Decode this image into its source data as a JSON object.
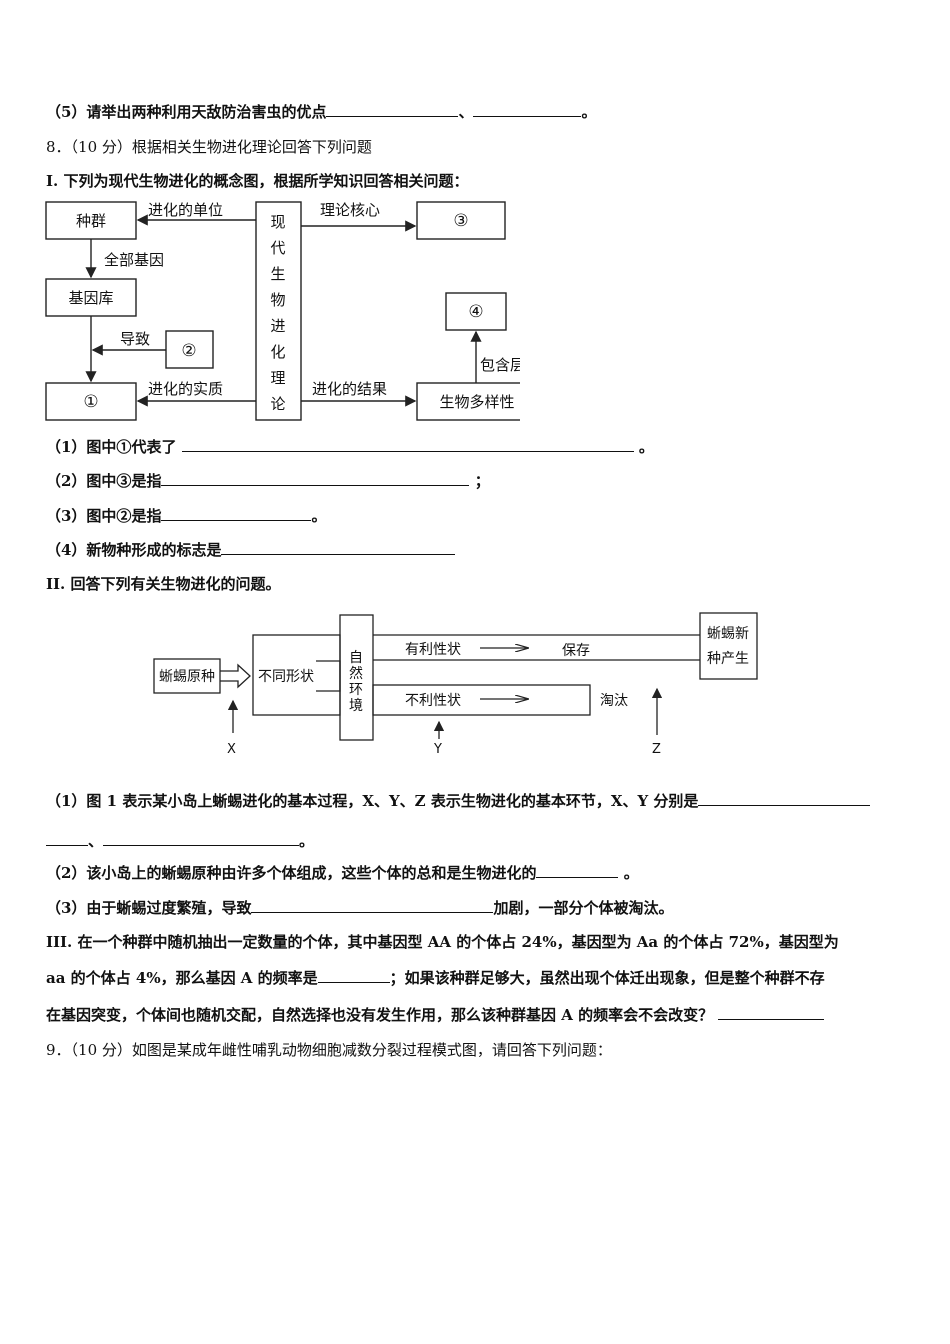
{
  "q7_5": {
    "text": "（5）请举出两种利用天敌防治害虫的优点",
    "sep": "、",
    "end": "。"
  },
  "q8": {
    "header": "8．（10 分）根据相关生物进化理论回答下列问题",
    "part1": {
      "title": "I. 下列为现代生物进化的概念图，根据所学知识回答相关问题：",
      "diagram": {
        "population": "种群",
        "gene_pool": "基因库",
        "center": [
          "现",
          "代",
          "生",
          "物",
          "进",
          "化",
          "理",
          "论"
        ],
        "box1": "①",
        "box2": "②",
        "box3": "③",
        "box4": "④",
        "diversity": "生物多样性",
        "unit_label": "进化的单位",
        "all_genes_label": "全部基因",
        "cause_label": "导致",
        "essence_label": "进化的实质",
        "core_label": "理论核心",
        "result_label": "进化的结果",
        "levels_label": "包含层次"
      },
      "q1": {
        "text": "（1）图中①代表了",
        "end": "。"
      },
      "q2": {
        "text": "（2）图中③是指",
        "end": "；"
      },
      "q3": {
        "text": "（3）图中②是指",
        "end": "。"
      },
      "q4": {
        "text": "（4）新物种形成的标志是"
      }
    },
    "part2": {
      "title": "II. 回答下列有关生物进化的问题。",
      "diagram": {
        "origin": "蜥蜴原种",
        "diff": "不同形状",
        "nature": [
          "自",
          "然",
          "环",
          "境"
        ],
        "favorable": "有利性状",
        "keep": "保存",
        "unfavorable": "不利性状",
        "eliminate": "淘汰",
        "new_species": [
          "蜥蜴新",
          "种产生"
        ],
        "x": "X",
        "y": "Y",
        "z": "Z"
      },
      "q1": {
        "text": "（1）图 1 表示某小岛上蜥蜴进化的基本过程，X、Y、Z 表示生物进化的基本环节，X、Y 分别是",
        "sep": "、",
        "end": "。"
      },
      "q2": {
        "text": "（2）该小岛上的蜥蜴原种由许多个体组成，这些个体的总和是生物进化的",
        "end": "。"
      },
      "q3": {
        "text": "（3）由于蜥蜴过度繁殖，导致",
        "end": "加剧，一部分个体被淘汰。"
      }
    },
    "part3": {
      "line1": "III. 在一个种群中随机抽出一定数量的个体，其中基因型 AA 的个体占 24%，基因型为 Aa 的个体占 72%，基因型为",
      "line2a": "aa 的个体占 4%，那么基因 A 的频率是",
      "line2b": "；如果该种群足够大，虽然出现个体迁出现象，但是整个种群不存",
      "line3": "在基因突变，个体间也随机交配，自然选择也没有发生作用，那么该种群基因 A 的频率会不会改变？"
    }
  },
  "q9": {
    "header": "9．（10 分）如图是某成年雌性哺乳动物细胞减数分裂过程模式图，请回答下列问题："
  }
}
